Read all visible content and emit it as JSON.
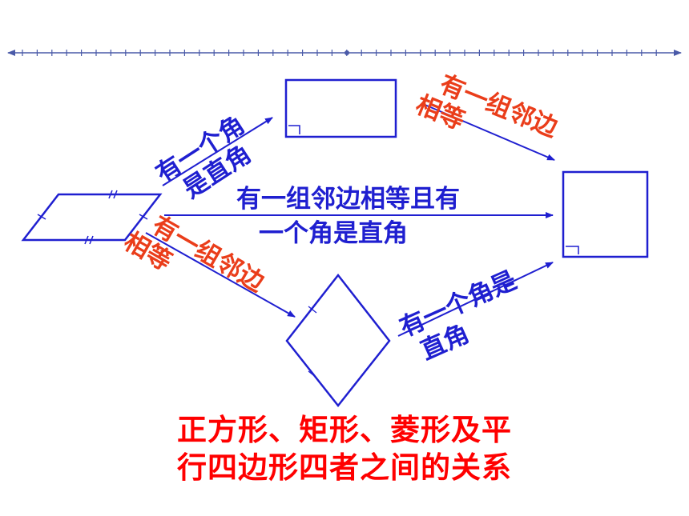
{
  "title": {
    "line1": "正方形、矩形、菱形及平",
    "line2": "行四边形四者之间的关系"
  },
  "labels": {
    "para_to_rect_1": "有一个角",
    "para_to_rect_2": "是直角",
    "rect_to_square_1": "有一组邻边",
    "rect_to_square_2": "相等",
    "para_to_square_1": "有一组邻边相等且有",
    "para_to_square_2": "一个角是直角",
    "para_to_rhombus_1": "有一组邻边",
    "para_to_rhombus_2": "相等",
    "rhombus_to_square_1": "有一个角是",
    "rhombus_to_square_2": "直角"
  },
  "colors": {
    "shape_stroke": "#1f1fd0",
    "blue_text": "#1f1fd0",
    "red_text": "#ea3d1a",
    "title": "#ff0000",
    "ruler": "#4a5aa8"
  }
}
